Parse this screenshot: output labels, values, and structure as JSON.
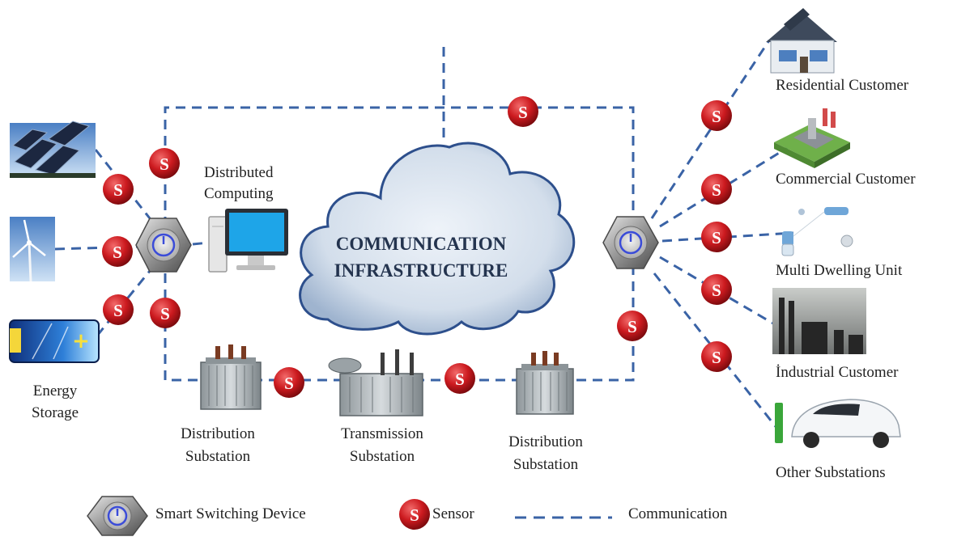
{
  "cloud": {
    "line1": "COMMUNICATION",
    "line2": "INFRASTRUCTURE"
  },
  "sensor_letter": "S",
  "labels": {
    "distributed_computing_1": "Distributed",
    "distributed_computing_2": "Computing",
    "energy_storage_1": "Energy",
    "energy_storage_2": "Storage",
    "distribution_substation_left_1": "Distribution",
    "distribution_substation_left_2": "Substation",
    "transmission_substation_1": "Transmission",
    "transmission_substation_2": "Substation",
    "distribution_substation_right_1": "Distribution",
    "distribution_substation_right_2": "Substation",
    "residential_customer": "Residential  Customer",
    "commercial_customer": "Commercial  Customer",
    "multi_dwelling_unit": "Multi  Dwelling  Unit",
    "industrial_customer": "İndustrial  Customer",
    "other_substations": "Other Substations"
  },
  "legend": {
    "switching_device": "Smart  Switching Device",
    "sensor": "Sensor",
    "communication": "Communication"
  },
  "colors": {
    "link": "#3a63a6",
    "sensor": "#c1161b",
    "cloud_fill": "#cfdbe9",
    "cloud_edge": "#2d4f8c",
    "switch_ring": "#3b4cd8"
  }
}
